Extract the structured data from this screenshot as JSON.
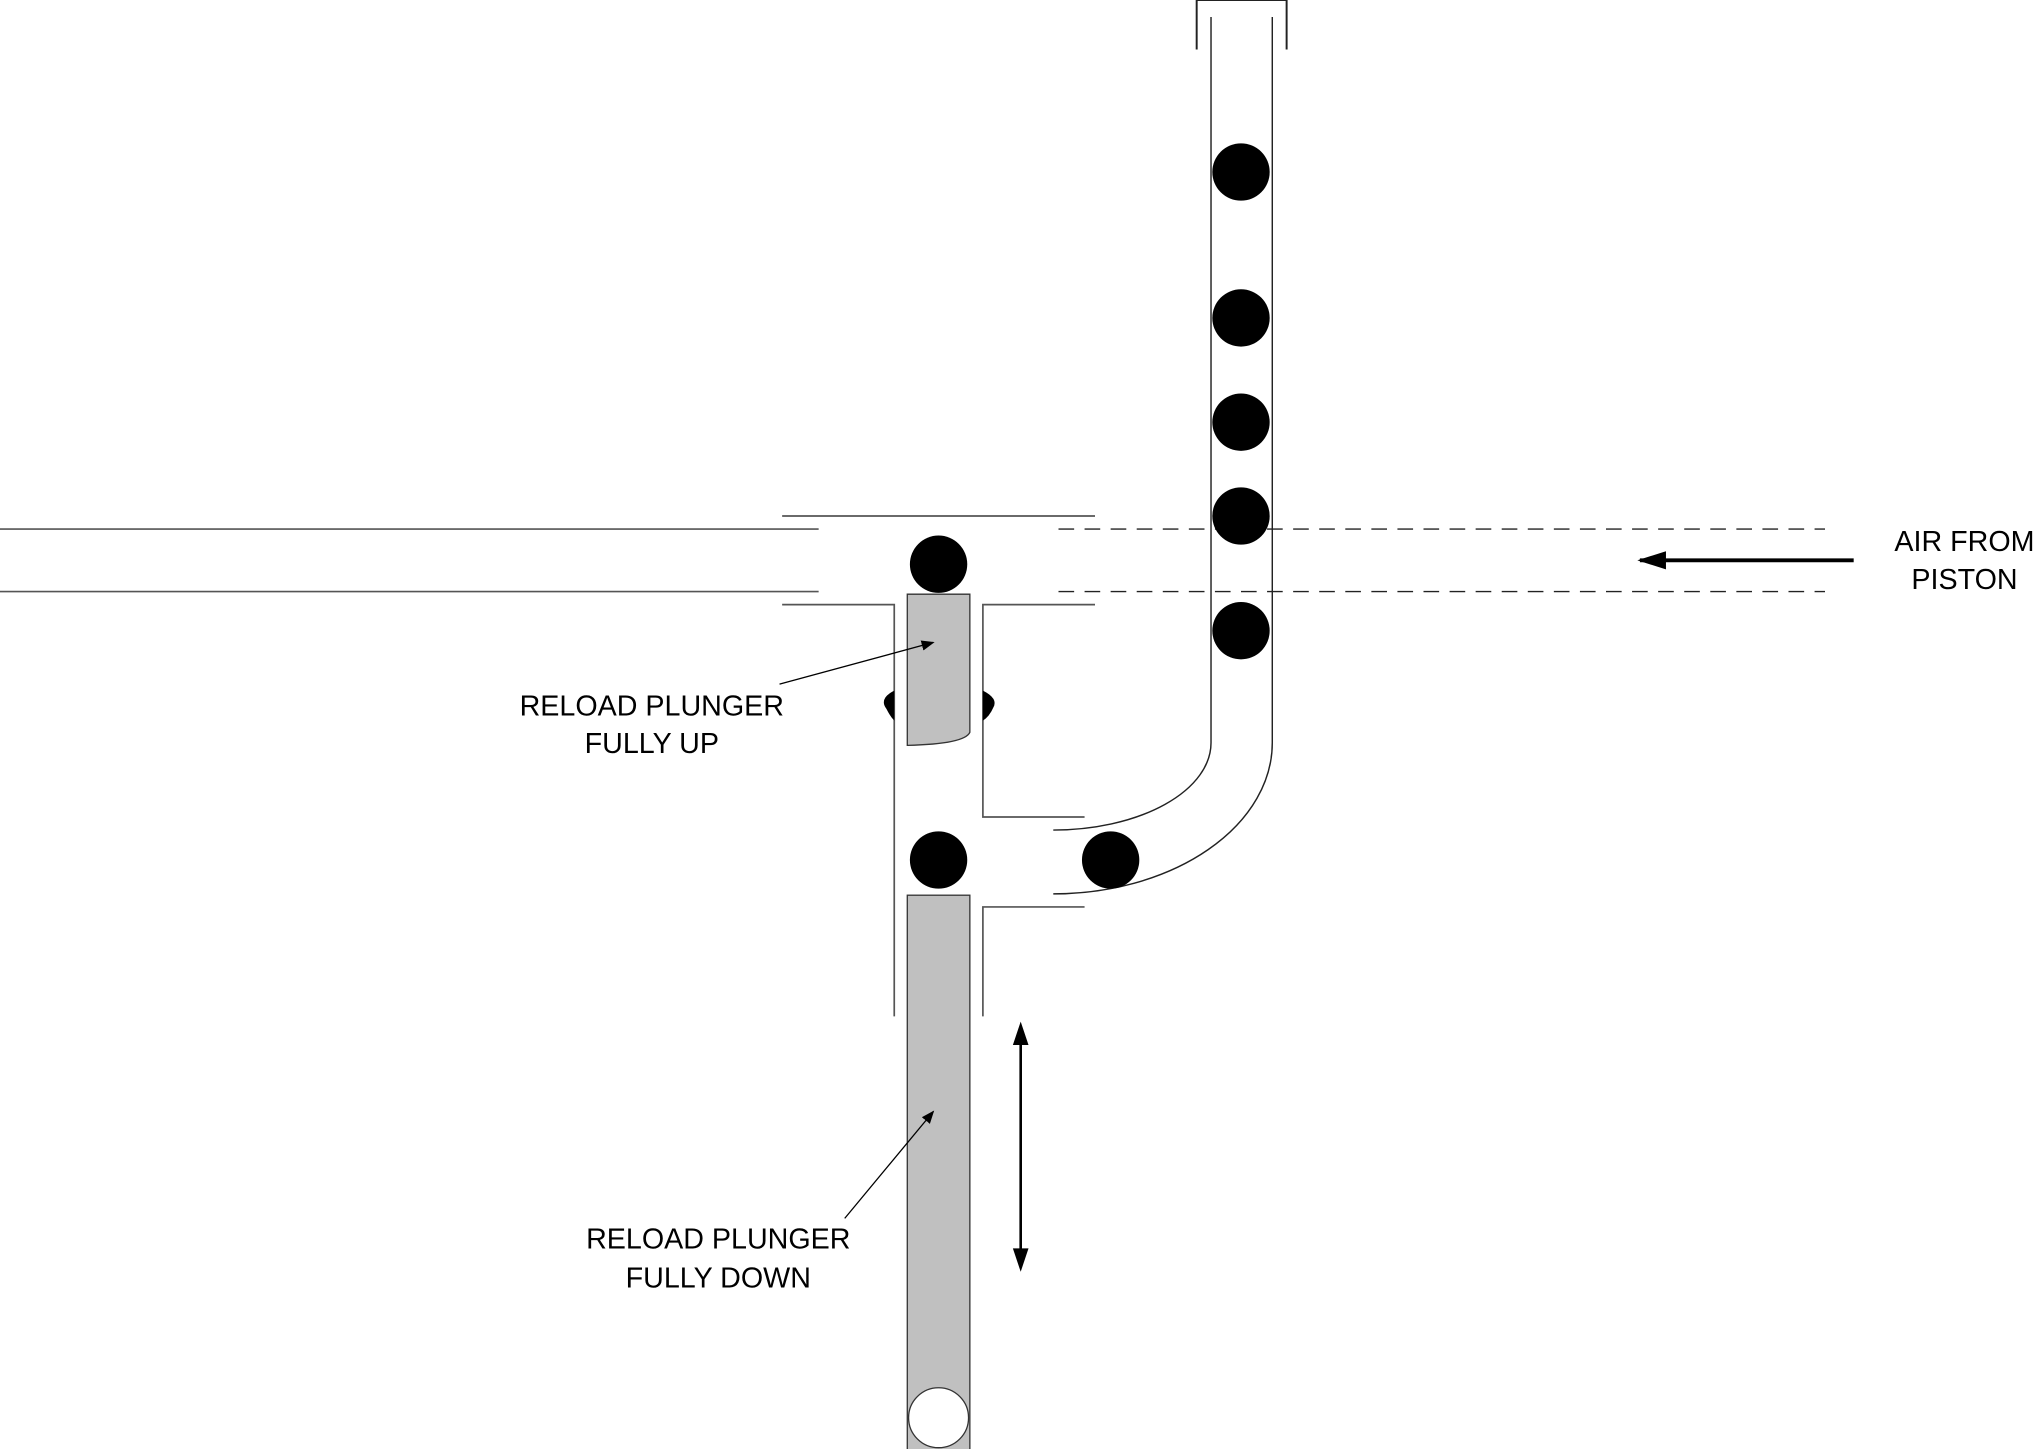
{
  "labels": {
    "air_source": [
      "AIR FROM",
      "PISTON"
    ],
    "plunger_up": [
      "RELOAD PLUNGER",
      "FULLY UP"
    ],
    "plunger_down": [
      "RELOAD PLUNGER",
      "FULLY DOWN"
    ]
  },
  "colors": {
    "plunger_fill": "#c0c0c0",
    "ball": "#000000",
    "line": "#555555"
  }
}
